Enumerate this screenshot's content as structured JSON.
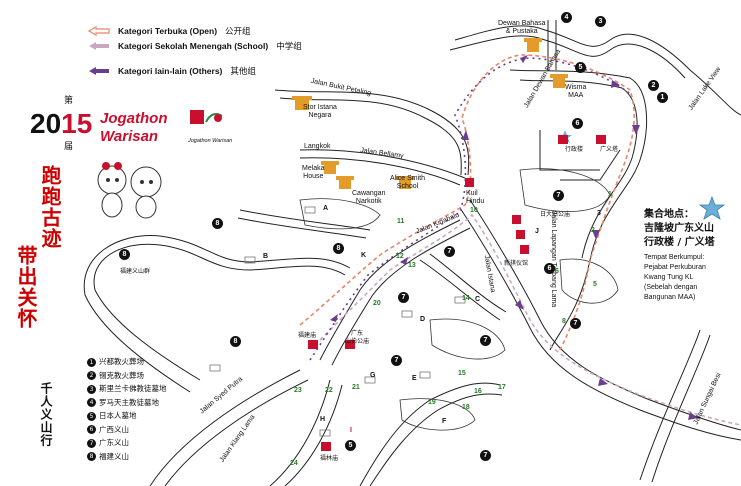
{
  "legend": [
    {
      "id": "open",
      "label": "Kategori Terbuka (Open)",
      "cn": "公开组",
      "color": "#e8856a"
    },
    {
      "id": "school",
      "label": "Kategori Sekolah Menengah (School)",
      "cn": "中学组",
      "color": "#c9a9c0"
    },
    {
      "id": "others",
      "label": "Kategori lain-lain (Others)",
      "cn": "其他组",
      "color": "#6a3d8f"
    }
  ],
  "event": {
    "year_prefix": "20",
    "year_suffix": "15",
    "di": "第",
    "jie": "届",
    "name_line1": "Jogathon",
    "name_line2": "Warisan",
    "logo_caption": "Jogathon Warisan",
    "slogan1": "跑跑古迹",
    "slogan2": "带出关怀",
    "slogan3": "千人义山行"
  },
  "cemeteries": [
    {
      "n": "1",
      "name": "兴都教火葬场"
    },
    {
      "n": "2",
      "name": "锡克教火葬场"
    },
    {
      "n": "3",
      "name": "斯里兰卡佛教徒墓地"
    },
    {
      "n": "4",
      "name": "罗马天主教徒墓地"
    },
    {
      "n": "5",
      "name": "日本人墓地"
    },
    {
      "n": "6",
      "name": "广西义山"
    },
    {
      "n": "7",
      "name": "广东义山"
    },
    {
      "n": "8",
      "name": "福建义山"
    }
  ],
  "gathering": {
    "cn_title": "集合地点：",
    "cn_line2": "吉隆坡广东义山",
    "cn_line3": "行政楼 / 广义塔",
    "ms_line1": "Tempat Berkumpul:",
    "ms_line2": "Pejabat Perkuburan",
    "ms_line3": "Kwang Tung KL",
    "ms_line4": "(Sebelah dengan",
    "ms_line5": "Bangunan MAA)"
  },
  "places": {
    "dewan": "Dewan Bahasa",
    "dewan2": "& Pustaka",
    "wisma": "Wisma",
    "wisma2": "MAA",
    "istana": "Stor Istana",
    "istana2": "Negara",
    "melaka": "Melaka",
    "melaka2": "House",
    "narkotik": "Cawangan",
    "narkotik2": "Narkotik",
    "alice": "Alice Smith",
    "alice2": "School",
    "kuil": "Kuil",
    "kuil2": "Hindu",
    "xingzheng": "行政楼",
    "guangyi": "广义塔",
    "riyue": "日大伯公庙",
    "xinyi": "新祺仪馆",
    "fujian_temple": "福建义山群",
    "fujian_ting": "福建庙",
    "guangdong_temple": "广东",
    "guangdong_temple2": "山伯公庙",
    "fulin": "福林庙"
  },
  "roads": {
    "bukit_petaling": "Jalan Bukit Petaling",
    "bellamy": "Jalan Bellamy",
    "langkok": "Langkok",
    "kinabalu": "Jalan Kinabalu",
    "dewan_bahasa": "Jalan Dewan Bahasa",
    "lapangan": "Jalan Lapangan Terbang Lama",
    "istana": "Jalan Istana",
    "lake_view": "Jalan Lake View",
    "sungai_besi": "Jalan Sungai Besi",
    "syed_putra": "Jalan Syed Putra",
    "klang_lama": "Jalan Klang Lama"
  },
  "markers": {
    "num_labels": [
      "4",
      "3",
      "5",
      "2",
      "1",
      "6",
      "7",
      "1",
      "3",
      "2",
      "4",
      "6",
      "5",
      "7",
      "8",
      "7",
      "7",
      "7",
      "7",
      "7",
      "8",
      "8",
      "8"
    ],
    "green_labels": [
      "1",
      "2",
      "3",
      "4",
      "5",
      "6",
      "7",
      "8",
      "9",
      "10",
      "11",
      "12",
      "13",
      "14",
      "15",
      "16",
      "17",
      "18",
      "19",
      "20",
      "21",
      "22",
      "23",
      "24"
    ],
    "letter_labels": [
      "A",
      "B",
      "C",
      "D",
      "E",
      "F",
      "G",
      "H",
      "I",
      "J",
      "K"
    ]
  }
}
